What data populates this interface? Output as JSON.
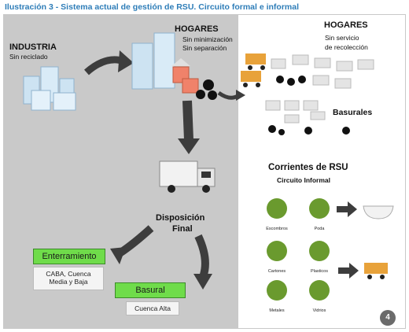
{
  "caption": "Ilustración 3 - Sistema actual de gestión de RSU. Circuito formal e informal",
  "left_panel": {
    "industria_title": "INDUSTRIA",
    "industria_sub": "Sin reciclado",
    "hogares_title": "HOGARES",
    "hogares_sub1": "Sin minimización",
    "hogares_sub2": "Sin separación",
    "disposicion_line1": "Disposición",
    "disposicion_line2": "Final",
    "enterramiento_label": "Enterramiento",
    "enterramiento_sub1": "CABA, Cuenca",
    "enterramiento_sub2": "Media y Baja",
    "basural_label": "Basural",
    "basural_sub": "Cuenca Alta"
  },
  "right_panel": {
    "hogares_title": "HOGARES",
    "hogares_sub1": "Sin servicio",
    "hogares_sub2": "de recolección",
    "basurales_title": "Basurales",
    "corrientes_title": "Corrientes de RSU",
    "circuito_label": "Circuito Informal",
    "items": [
      {
        "label": "Escombros",
        "icon": "rubble-icon"
      },
      {
        "label": "Poda",
        "icon": "pruning-icon"
      },
      {
        "label": "Cartones",
        "icon": "cardboard-icon"
      },
      {
        "label": "Plasticos",
        "icon": "plastic-bottle-icon"
      },
      {
        "label": "Metales",
        "icon": "metal-can-icon"
      },
      {
        "label": "Vidrios",
        "icon": "glass-bottle-icon"
      }
    ]
  },
  "page_number": "4",
  "colors": {
    "caption": "#2e7db8",
    "panel_gray": "#c9c9c9",
    "green_box": "#6fdc4a",
    "icon_circle": "#6a9a2e",
    "arrow": "#3d3d3d"
  }
}
